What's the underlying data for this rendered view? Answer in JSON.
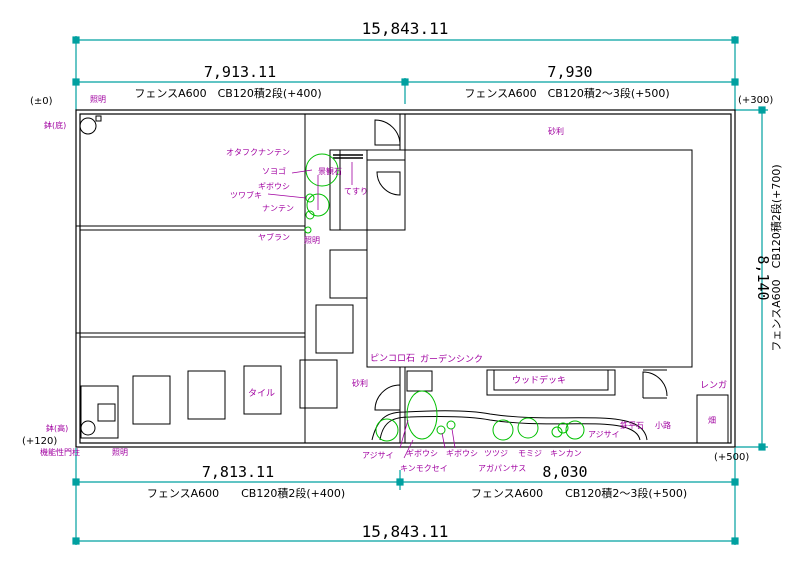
{
  "dimensions": {
    "top_total": "15,843.11",
    "top_left": "7,913.11",
    "top_right": "7,930",
    "bottom_left": "7,813.11",
    "bottom_right": "8,030",
    "bottom_total": "15,843.11",
    "right": "8,140"
  },
  "fence_notes": {
    "top_left": "フェンスA600　CB120積2段(+400)",
    "top_right": "フェンスA600　CB120積2～3段(+500)",
    "bottom_left": "フェンスA600　　CB120積2段(+400)",
    "bottom_right": "フェンスA600　　CB120積2～3段(+500)",
    "right": "フェンスA600　CB120積2段(+700)"
  },
  "levels": {
    "top_left": "(±0)",
    "top_right": "(+300)",
    "bottom_left": "(+120)",
    "bottom_right": "(+500)"
  },
  "labels": {
    "lighting_tl": "照明",
    "bowl_deep": "鉢(底)",
    "bowl_tall": "鉢(高)",
    "fence_mech": "機能性門柱",
    "lighting_bl": "照明",
    "gravel_top": "砂利",
    "gravel_mid": "砂利",
    "tile": "タイル",
    "pinkoro": "ピンコロ石",
    "garden_sink": "ガーデンシンク",
    "wood_deck": "ウッドデッキ",
    "brick": "レンガ",
    "field": "畑",
    "handrail": "てすり",
    "view_stone": "景観石",
    "lighting_mid": "照明",
    "flat_stone": "鉄平石",
    "path": "小路"
  },
  "plants": {
    "otafuku": "オタフクナンテン",
    "soyogo": "ソヨゴ",
    "gibousi1": "ギボウシ",
    "tsuwabuki": "ツワブキ",
    "nanten": "ナンテン",
    "yaburan": "ヤブラン",
    "ajisai1": "アジサイ",
    "gibousi2": "ギボウシ",
    "gibousi3": "ギボウシ",
    "tsutsuji": "ツツジ",
    "momiji": "モミジ",
    "kinkan": "キンカン",
    "ajisai2": "アジサイ",
    "kinmokusei": "キンモクセイ",
    "agapanthus": "アガパンサス"
  },
  "colors": {
    "dimension_line": "#00a0a0",
    "plant_label": "#a000a0",
    "plant_outline": "#00c000",
    "wall": "#000000"
  }
}
